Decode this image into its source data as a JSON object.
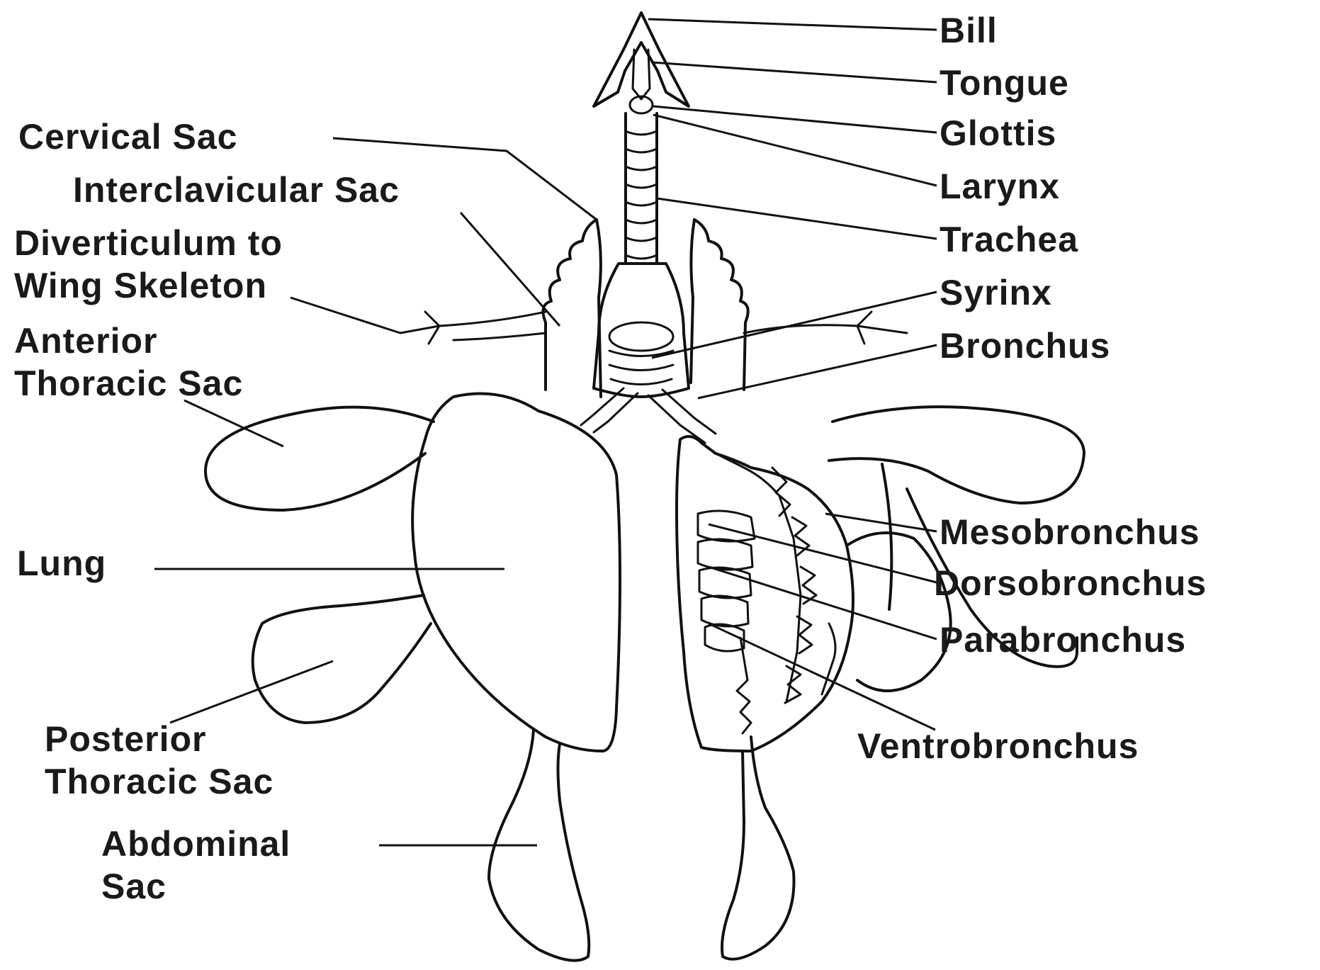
{
  "labels": {
    "bill": "Bill",
    "tongue": "Tongue",
    "glottis": "Glottis",
    "larynx": "Larynx",
    "trachea": "Trachea",
    "syrinx": "Syrinx",
    "bronchus": "Bronchus",
    "mesobronchus": "Mesobronchus",
    "dorsobronchus": "Dorsobronchus",
    "parabronchus": "Parabronchus",
    "ventrobronchus": "Ventrobronchus",
    "cervical_sac": "Cervical Sac",
    "interclavicular_sac": "Interclavicular Sac",
    "diverticulum_line1": "Diverticulum to",
    "diverticulum_line2": "Wing Skeleton",
    "anterior_thoracic_line1": "Anterior",
    "anterior_thoracic_line2": "Thoracic Sac",
    "lung": "Lung",
    "posterior_thoracic_line1": "Posterior",
    "posterior_thoracic_line2": "Thoracic Sac",
    "abdominal_line1": "Abdominal",
    "abdominal_line2": "Sac"
  }
}
